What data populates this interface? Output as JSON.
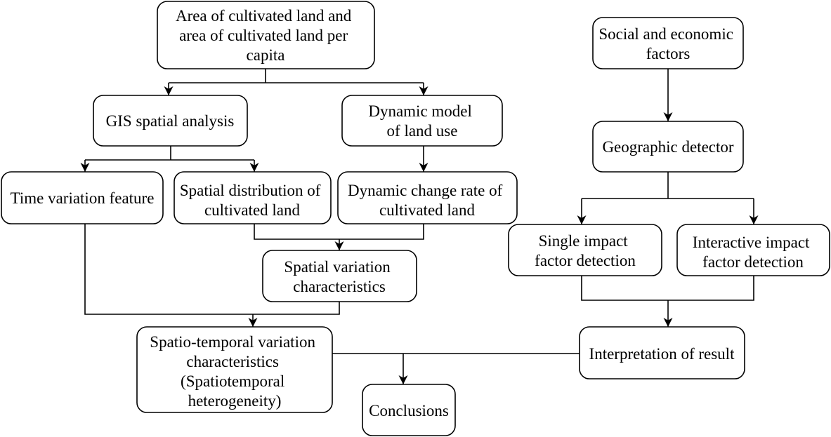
{
  "colors": {
    "background": "#ffffff",
    "stroke": "#000000",
    "text": "#000000"
  },
  "nodes": {
    "cultivated_land": {
      "lines": [
        "Area of cultivated land and",
        "area of cultivated land per",
        "capita"
      ]
    },
    "gis_analysis": {
      "lines": [
        "GIS spatial analysis"
      ]
    },
    "dynamic_model": {
      "lines": [
        "Dynamic model",
        "of land use"
      ]
    },
    "time_variation": {
      "lines": [
        "Time variation feature"
      ]
    },
    "spatial_distribution": {
      "lines": [
        "Spatial distribution of",
        "cultivated land"
      ]
    },
    "dynamic_change_rate": {
      "lines": [
        "Dynamic change rate of",
        "cultivated land"
      ]
    },
    "spatial_variation": {
      "lines": [
        "Spatial variation",
        "characteristics"
      ]
    },
    "spatiotemporal_variation": {
      "lines": [
        "Spatio-temporal variation",
        "characteristics",
        "(Spatiotemporal",
        "heterogeneity)"
      ]
    },
    "conclusions": {
      "lines": [
        "Conclusions"
      ]
    },
    "social_economic": {
      "lines": [
        "Social and economic",
        "factors"
      ]
    },
    "geographic_detector": {
      "lines": [
        "Geographic detector"
      ]
    },
    "single_impact": {
      "lines": [
        "Single impact",
        "factor detection"
      ]
    },
    "interactive_impact": {
      "lines": [
        "Interactive impact",
        "factor detection"
      ]
    },
    "interpretation": {
      "lines": [
        "Interpretation of result"
      ]
    }
  }
}
